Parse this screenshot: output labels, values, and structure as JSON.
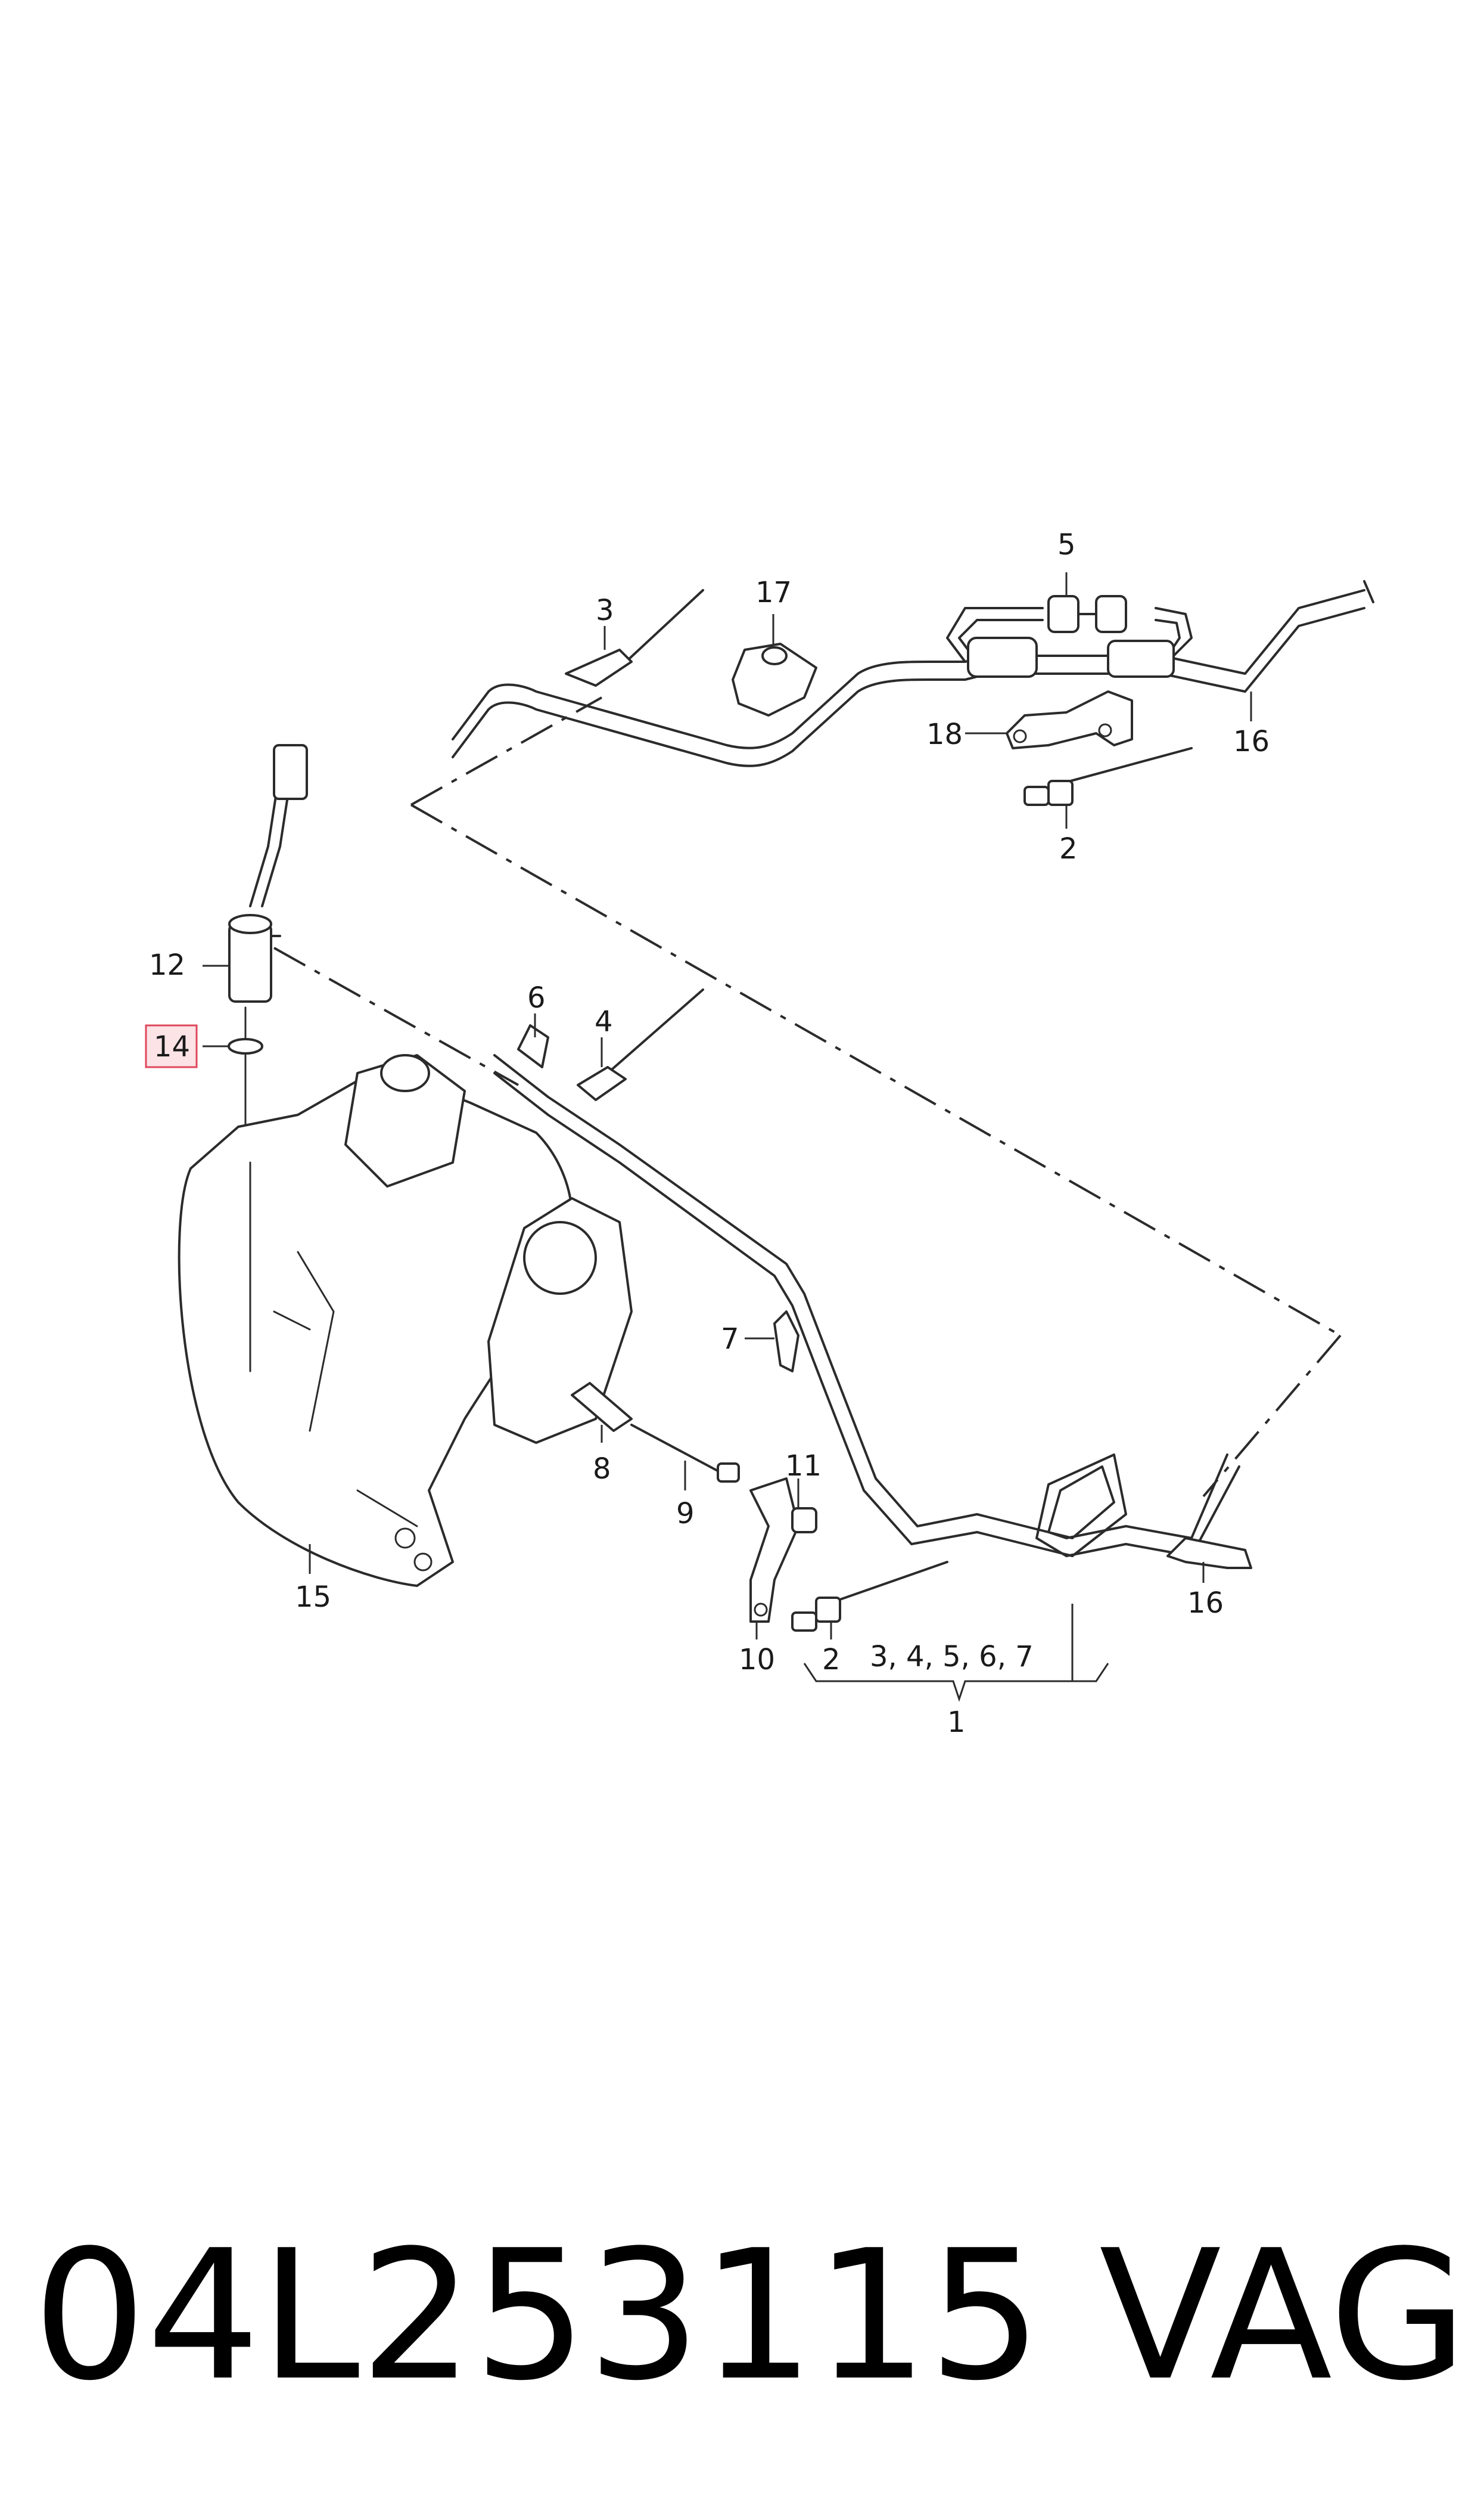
{
  "diagram": {
    "callouts": {
      "c1": "1",
      "c2a": "2",
      "c2b": "2",
      "c3": "3",
      "c4": "4",
      "c5": "5",
      "c6": "6",
      "c7": "7",
      "c8": "8",
      "c9": "9",
      "c10": "10",
      "c11": "11",
      "c12": "12",
      "c14": "14",
      "c15": "15",
      "c16a": "16",
      "c16b": "16",
      "c17": "17",
      "c18": "18",
      "group": "3, 4, 5, 6, 7"
    },
    "highlight_color": "#e0475b",
    "highlight_fill": "#fbe3e6"
  },
  "footer": {
    "part_number": "04L253115",
    "brand": "VAG"
  }
}
